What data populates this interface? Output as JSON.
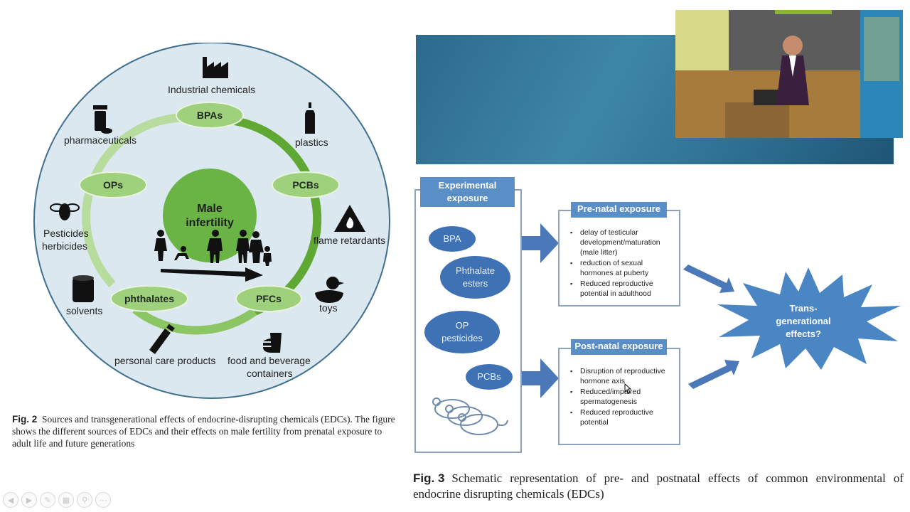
{
  "fig2": {
    "sources": {
      "industrial": "Industrial chemicals",
      "pharma": "pharmaceuticals",
      "plastics": "plastics",
      "pesticides_1": "Pesticides",
      "pesticides_2": "herbicides",
      "flame": "flame retardants",
      "solvents": "solvents",
      "toys": "toys",
      "personal_care": "personal care products",
      "food_1": "food and beverage",
      "food_2": "containers"
    },
    "nodes": {
      "bpas": "BPAs",
      "ops": "OPs",
      "pcbs": "PCBs",
      "phthalates": "phthalates",
      "pfcs": "PFCs"
    },
    "center_1": "Male",
    "center_2": "infertility",
    "caption_label": "Fig. 2",
    "caption_line1": "Sources and transgenerational effects of endocrine-disrupting chemicals (EDCs). The figure",
    "caption_line2": "shows the different sources of EDCs and their effects on male fertility from prenatal exposure to",
    "caption_line3": "adult life and future generations"
  },
  "fig3": {
    "exp_title_1": "Experimental",
    "exp_title_2": "exposure",
    "agents": {
      "bpa": "BPA",
      "phthalate_1": "Phthalate",
      "phthalate_2": "esters",
      "op_1": "OP",
      "op_2": "pesticides",
      "pcbs": "PCBs"
    },
    "prenatal_title": "Pre-natal exposure",
    "prenatal_items": [
      "delay of testicular development/maturation (male litter)",
      "reduction of sexual hormones at puberty",
      "Reduced reproductive potential in adulthood"
    ],
    "postnatal_title": "Post-natal exposure",
    "postnatal_items": [
      "Disruption of reproductive hormone axis",
      "Reduced/impaired spermatogenesis",
      "Reduced reproductive potential"
    ],
    "effects_1": "Trans-",
    "effects_2": "generational",
    "effects_3": "effects?",
    "caption_label": "Fig. 3",
    "caption_line1": "Schematic representation of pre- and postnatal effects of common environmental of",
    "caption_line2": "endocrine disrupting chemicals (EDCs)"
  },
  "colors": {
    "outer_circle": "#dbe8ef",
    "ring": "#6fae3f",
    "node": "#9fd07c",
    "center": "#6ab445",
    "banner": "#2f6f92",
    "ellipse": "#3f72b5",
    "arrow": "#4a78b8"
  },
  "toolbar": {
    "icons": [
      "prev-icon",
      "next-icon",
      "pen-icon",
      "slides-icon",
      "zoom-icon",
      "more-icon"
    ]
  }
}
